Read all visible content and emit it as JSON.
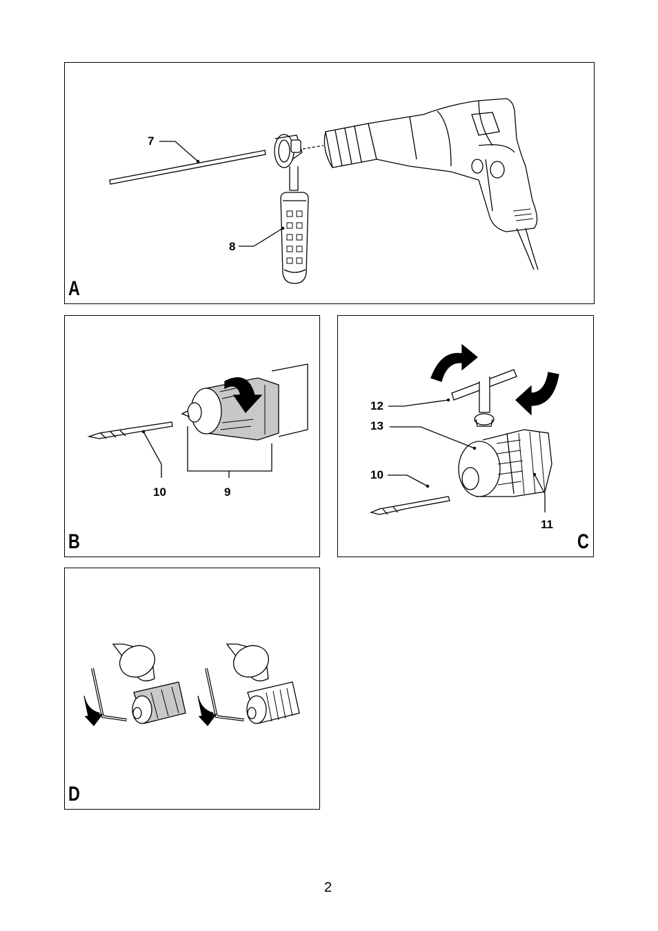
{
  "page": {
    "number": "2"
  },
  "panels": {
    "a": {
      "label": "A",
      "callouts": {
        "c7": "7",
        "c8": "8"
      }
    },
    "b": {
      "label": "B",
      "callouts": {
        "c10": "10",
        "c9": "9"
      }
    },
    "c": {
      "label": "C",
      "callouts": {
        "c12": "12",
        "c13": "13",
        "c10": "10",
        "c11": "11"
      }
    },
    "d": {
      "label": "D"
    }
  },
  "colors": {
    "line": "#000000",
    "fill_grey": "#c8c8c8",
    "fill_dark": "#8a8a8a"
  }
}
